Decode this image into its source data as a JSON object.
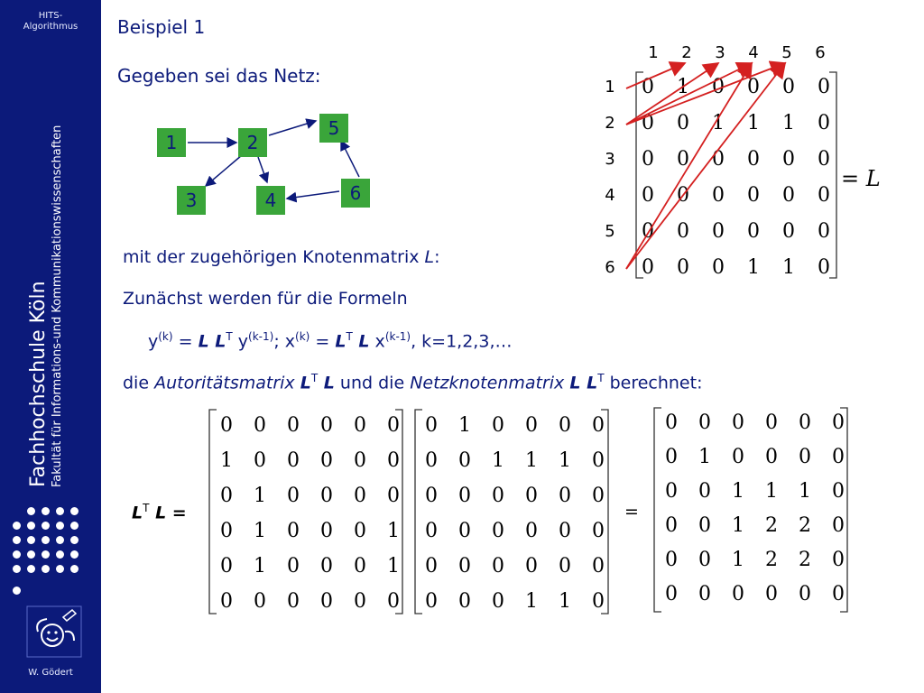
{
  "sidebar": {
    "course_line1": "HITS-",
    "course_line2": "Algorithmus",
    "institution": "Fachhochschule Köln",
    "faculty": "Fakultät für Informations-und Kommunikationswissenschaften",
    "author": "W. Gödert"
  },
  "slide": {
    "title": "Beispiel 1",
    "intro": "Gegeben sei das Netz:",
    "matrix_text": "mit der zugehörigen Knotenmatrix ",
    "matrix_symbol": "L",
    "matrix_colon": ":",
    "formula_intro": "Zunächst werden für die Formeln",
    "formula": {
      "y_prefix": "y",
      "y_sup": "(k)",
      "eq1": " = ",
      "L1": "L L",
      "T1": "T",
      "y_rhs": " y",
      "y_rhs_sup": "(k-1)",
      "sep": "; x",
      "x_sup": "(k)",
      "eq2": " = ",
      "L2": "L",
      "T2": "T",
      "L3": " L",
      "x_rhs": " x",
      "x_rhs_sup": "(k-1)",
      "tail": ", k=1,2,3,…"
    },
    "result_sentence": {
      "p1": "die ",
      "auth": "Autoritätsmatrix ",
      "LT": "L",
      "T": "T",
      "L": " L",
      "p2": " und die ",
      "hub": "Netzknotenmatrix ",
      "L2": "L L",
      "T2": "T",
      "p3": " berechnet:"
    },
    "lhs_label_L": "L",
    "lhs_label_T": "T",
    "lhs_label_L2": " L =",
    "equals": "=",
    "equals_L": "= L"
  },
  "graph": {
    "nodes": [
      "1",
      "2",
      "3",
      "4",
      "5",
      "6"
    ],
    "edges": [
      [
        "1",
        "2"
      ],
      [
        "2",
        "3"
      ],
      [
        "2",
        "4"
      ],
      [
        "2",
        "5"
      ],
      [
        "6",
        "4"
      ],
      [
        "6",
        "5"
      ]
    ],
    "node_color": "#3aa53a"
  },
  "matrix_L": {
    "col_labels": [
      "1",
      "2",
      "3",
      "4",
      "5",
      "6"
    ],
    "row_labels": [
      "1",
      "2",
      "3",
      "4",
      "5",
      "6"
    ],
    "rows": [
      [
        "0",
        "1",
        "0",
        "0",
        "0",
        "0"
      ],
      [
        "0",
        "0",
        "1",
        "1",
        "1",
        "0"
      ],
      [
        "0",
        "0",
        "0",
        "0",
        "0",
        "0"
      ],
      [
        "0",
        "0",
        "0",
        "0",
        "0",
        "0"
      ],
      [
        "0",
        "0",
        "0",
        "0",
        "0",
        "0"
      ],
      [
        "0",
        "0",
        "0",
        "1",
        "1",
        "0"
      ]
    ]
  },
  "matrix_LT": {
    "rows": [
      [
        "0",
        "0",
        "0",
        "0",
        "0",
        "0"
      ],
      [
        "1",
        "0",
        "0",
        "0",
        "0",
        "0"
      ],
      [
        "0",
        "1",
        "0",
        "0",
        "0",
        "0"
      ],
      [
        "0",
        "1",
        "0",
        "0",
        "0",
        "1"
      ],
      [
        "0",
        "1",
        "0",
        "0",
        "0",
        "1"
      ],
      [
        "0",
        "0",
        "0",
        "0",
        "0",
        "0"
      ]
    ]
  },
  "matrix_L2": {
    "rows": [
      [
        "0",
        "1",
        "0",
        "0",
        "0",
        "0"
      ],
      [
        "0",
        "0",
        "1",
        "1",
        "1",
        "0"
      ],
      [
        "0",
        "0",
        "0",
        "0",
        "0",
        "0"
      ],
      [
        "0",
        "0",
        "0",
        "0",
        "0",
        "0"
      ],
      [
        "0",
        "0",
        "0",
        "0",
        "0",
        "0"
      ],
      [
        "0",
        "0",
        "0",
        "1",
        "1",
        "0"
      ]
    ]
  },
  "matrix_result": {
    "rows": [
      [
        "0",
        "0",
        "0",
        "0",
        "0",
        "0"
      ],
      [
        "0",
        "1",
        "0",
        "0",
        "0",
        "0"
      ],
      [
        "0",
        "0",
        "1",
        "1",
        "1",
        "0"
      ],
      [
        "0",
        "0",
        "1",
        "2",
        "2",
        "0"
      ],
      [
        "0",
        "0",
        "1",
        "2",
        "2",
        "0"
      ],
      [
        "0",
        "0",
        "0",
        "0",
        "0",
        "0"
      ]
    ]
  },
  "colors": {
    "sidebar": "#0c1a7a",
    "text": "#0c1a7a",
    "arrows": "#d42020",
    "node": "#3aa53a"
  }
}
